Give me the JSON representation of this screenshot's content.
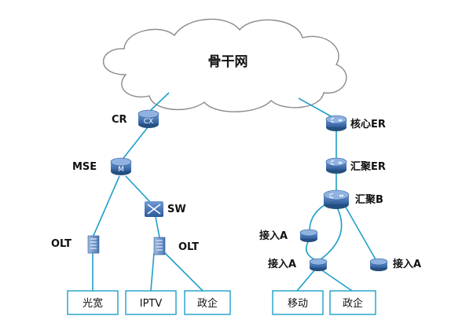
{
  "cloud": {
    "label": "骨干网"
  },
  "devices": {
    "cr": {
      "label": "CR",
      "badge": "CX"
    },
    "mse": {
      "label": "MSE",
      "badge": "M"
    },
    "sw": {
      "label": "SW"
    },
    "olt_left": {
      "label": "OLT"
    },
    "olt_mid": {
      "label": "OLT"
    },
    "core_er": {
      "label": "核心ER"
    },
    "agg_er": {
      "label": "汇聚ER"
    },
    "agg_b": {
      "label": "汇聚B"
    },
    "access_a1": {
      "label": "接入A"
    },
    "access_a2": {
      "label": "接入A"
    },
    "access_a3": {
      "label": "接入A"
    }
  },
  "services": {
    "broadband": "光宽",
    "iptv": "IPTV",
    "gov1": "政企",
    "mobile": "移动",
    "gov2": "政企"
  },
  "colors": {
    "link": "#1da0c8",
    "device_fill": "#3a6fb0",
    "cloud_stroke": "#8a8a8a"
  }
}
